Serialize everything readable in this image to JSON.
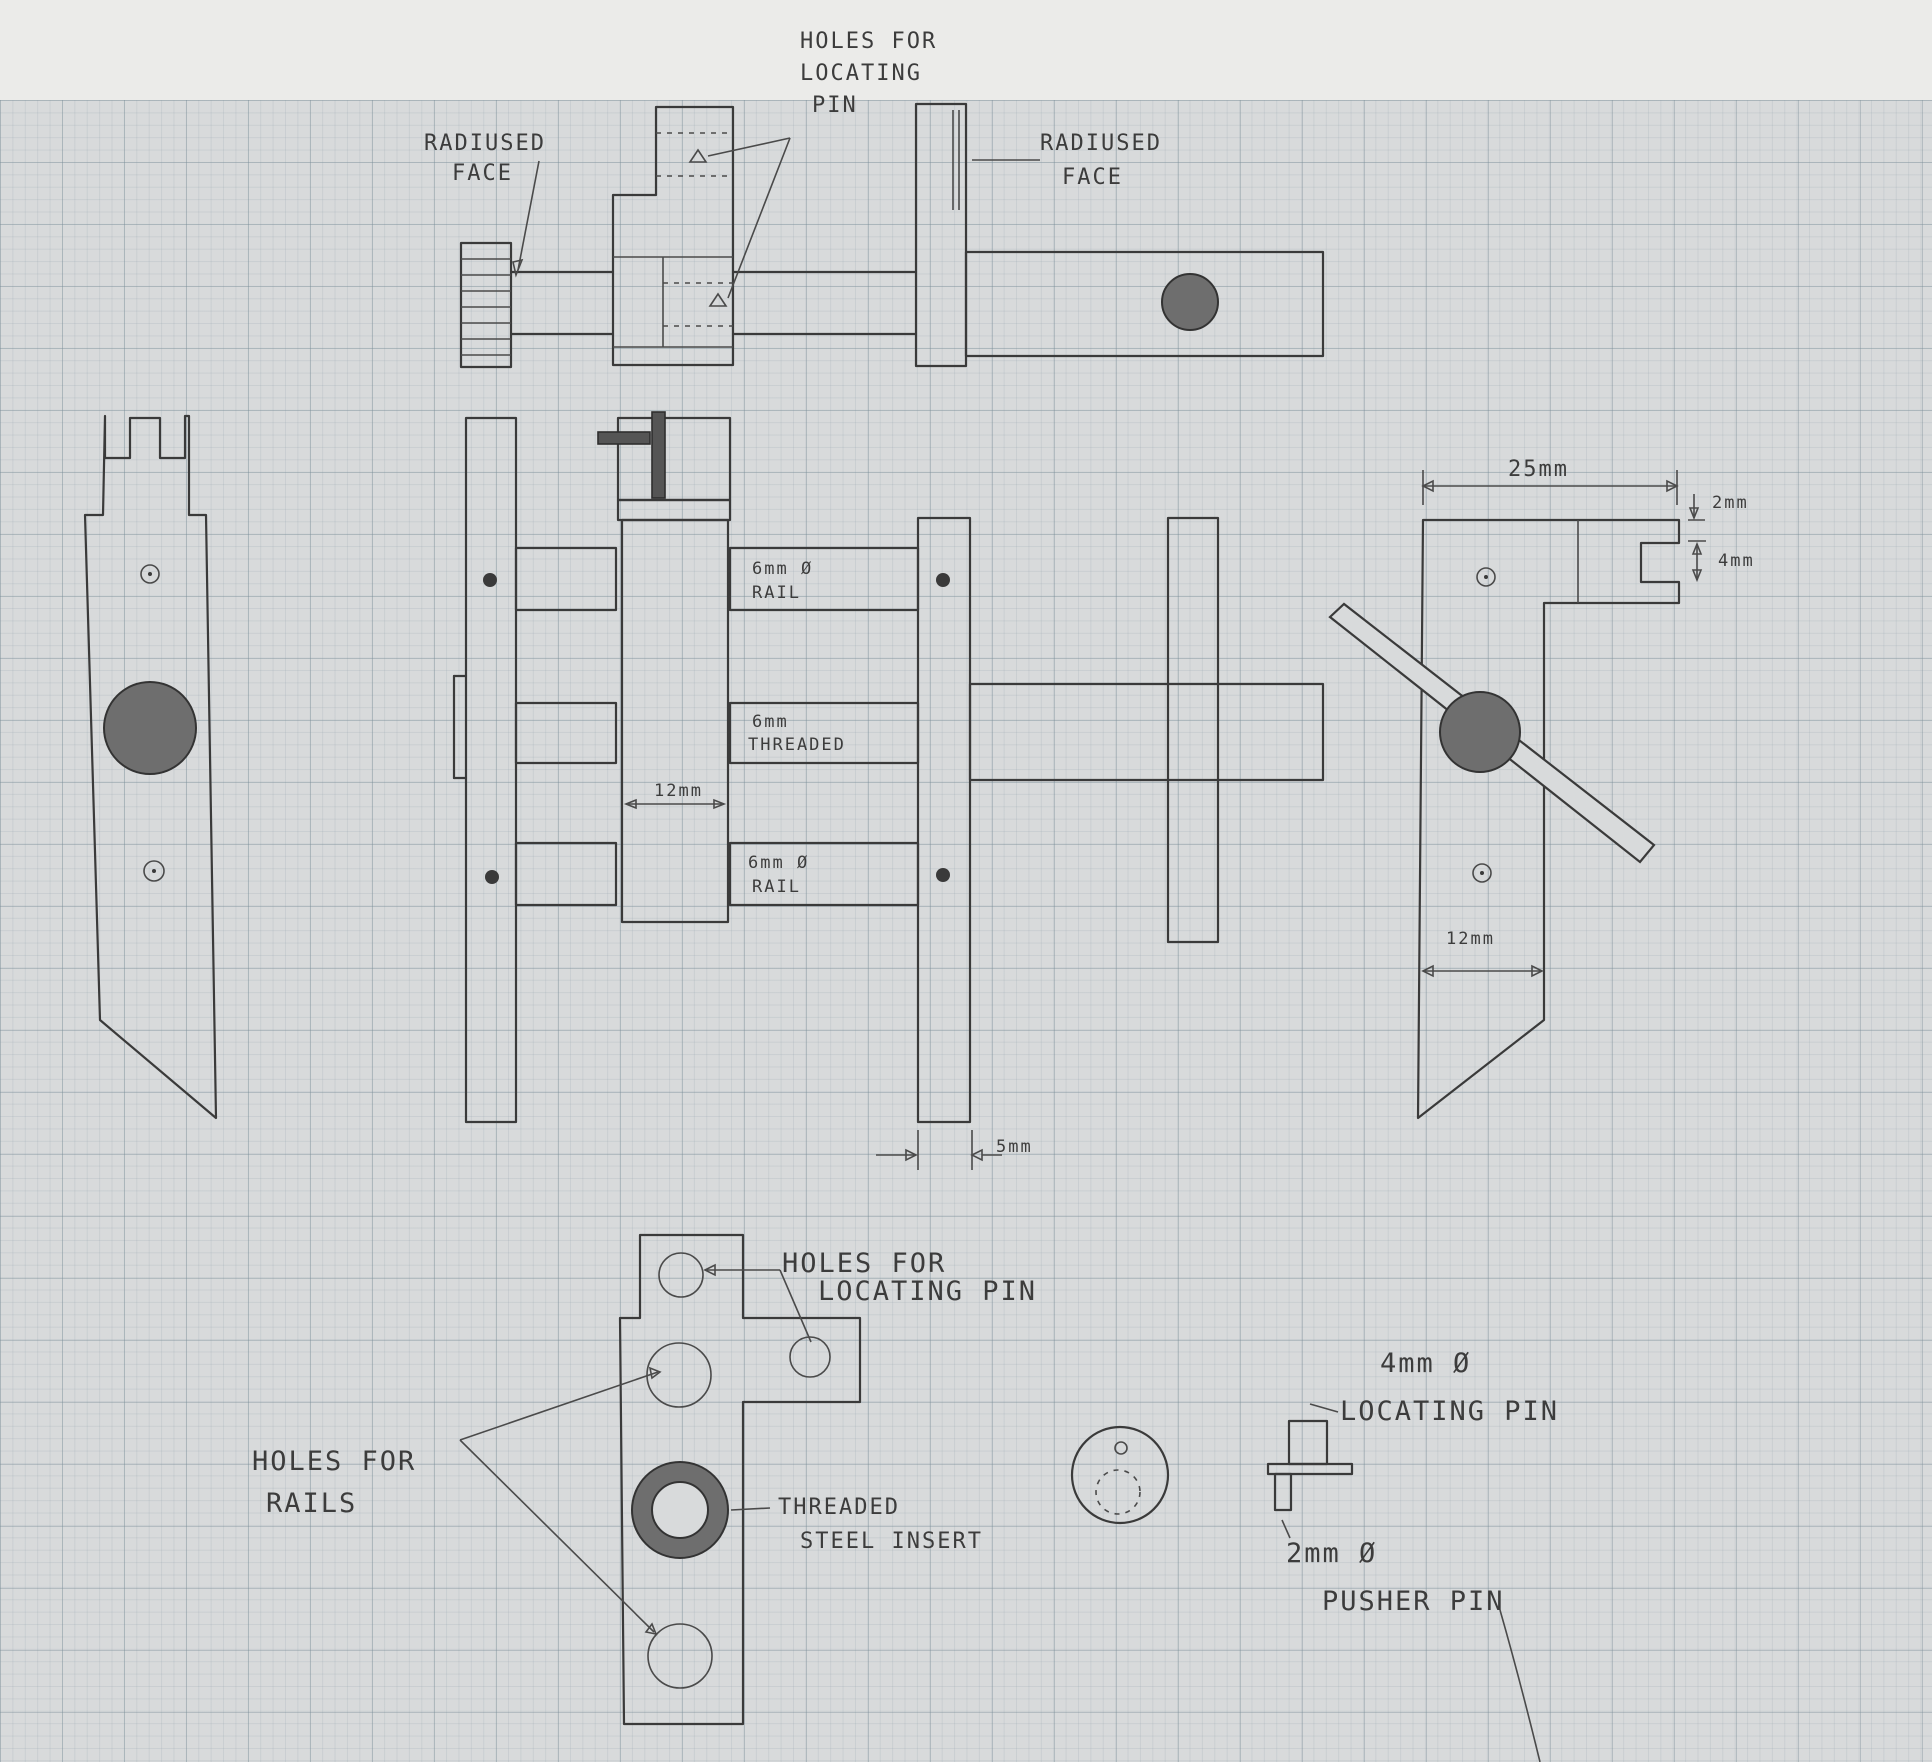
{
  "labels": {
    "holes_locating_top_1": "HOLES FOR",
    "holes_locating_top_2": "LOCATING",
    "holes_locating_top_3": "PIN",
    "radiused_face_left_1": "RADIUSED",
    "radiused_face_left_2": "FACE",
    "radiused_face_right_1": "RADIUSED",
    "radiused_face_right_2": "FACE",
    "rail_top_1": "6mm Ø",
    "rail_top_2": "RAIL",
    "threaded_1": "6mm",
    "threaded_2": "THREADED",
    "rail_bottom_1": "6mm Ø",
    "rail_bottom_2": "RAIL",
    "dim_12mm_center": "12mm",
    "dim_25mm": "25mm",
    "dim_2mm": "2mm",
    "dim_4mm": "4mm",
    "dim_12mm_right": "12mm",
    "dim_5mm": "5mm",
    "holes_locating_bottom_1": "HOLES FOR",
    "holes_locating_bottom_2": "LOCATING PIN",
    "holes_rails_1": "HOLES FOR",
    "holes_rails_2": "RAILS",
    "threaded_insert_1": "THREADED",
    "threaded_insert_2": "STEEL INSERT",
    "locating_pin_1": "4mm Ø",
    "locating_pin_2": "LOCATING PIN",
    "pusher_pin_1": "2mm Ø",
    "pusher_pin_2": "PUSHER PIN"
  },
  "colors": {
    "pencil": "#3a3a3a",
    "grid_paper": "#d8dadb",
    "shading": "#6e6e6e"
  }
}
